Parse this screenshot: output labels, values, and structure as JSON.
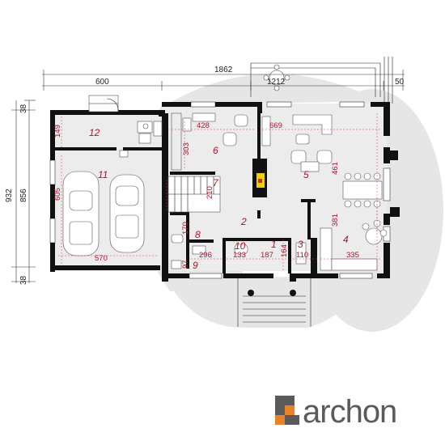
{
  "colors": {
    "wall": "#111111",
    "floor": "#ececec",
    "garden": "#e6e6e6",
    "label_red": "#b0102a",
    "logo_gray": "#5a5a5a",
    "logo_orange": "#e8832a",
    "fireplace": "#f0d000"
  },
  "rooms": [
    {
      "id": "1",
      "label": "1"
    },
    {
      "id": "2",
      "label": "2"
    },
    {
      "id": "3",
      "label": "3"
    },
    {
      "id": "4",
      "label": "4"
    },
    {
      "id": "5",
      "label": "5"
    },
    {
      "id": "6",
      "label": "6"
    },
    {
      "id": "7",
      "label": "7"
    },
    {
      "id": "8",
      "label": "8"
    },
    {
      "id": "9",
      "label": "9"
    },
    {
      "id": "10",
      "label": "10"
    },
    {
      "id": "11",
      "label": "11"
    },
    {
      "id": "12",
      "label": "12"
    }
  ],
  "dimensions": {
    "total_width": "1862",
    "left_width": "600",
    "terrace_width": "1212",
    "right_offset": "50",
    "total_depth": "932",
    "inner_depth": "856",
    "top_margin": "38",
    "bottom_margin": "38",
    "r12_depth": "149",
    "garage_depth": "605",
    "garage_width": "570",
    "r6_width": "428",
    "r6_depth": "303",
    "r5_width": "669",
    "r5_depth": "461",
    "r7_depth": "210",
    "r8_depth": "170",
    "r9_width": "97",
    "r2_width": "296",
    "r10_width": "133",
    "r1_width": "187",
    "r1_depth": "164",
    "r3_width": "110",
    "r4_width": "335",
    "r4_depth": "381"
  },
  "logo": {
    "text": "archon"
  }
}
